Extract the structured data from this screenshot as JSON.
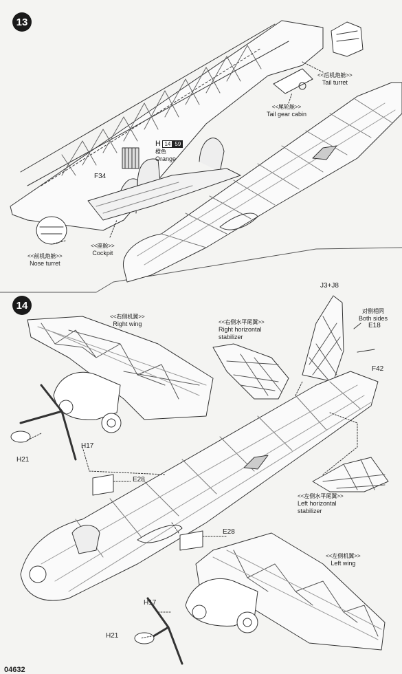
{
  "step13": {
    "number": "13",
    "labels": {
      "tail_turret_cn": "<<后机炮舱>>",
      "tail_turret": "Tail turret",
      "tail_gear_cn": "<<尾轮舱>>",
      "tail_gear": "Tail gear cabin",
      "paint_part": "H",
      "paint_code1": "14",
      "paint_code2": "59",
      "paint_cn": "橙色",
      "paint_name": "Orange",
      "part_f34": "F34",
      "nose_turret_cn": "<<前机炮舱>>",
      "nose_turret": "Nose turret",
      "cockpit_cn": "<<座舱>>",
      "cockpit": "Cockpit"
    }
  },
  "step14": {
    "number": "14",
    "labels": {
      "right_wing_cn": "<<右侧机翼>>",
      "right_wing": "Right wing",
      "right_stab_cn": "<<右侧水平尾翼>>",
      "right_stab_l1": "Right horizontal",
      "right_stab_l2": "stabilizer",
      "part_j3j8": "J3+J8",
      "both_sides_cn": "对侧相同",
      "both_sides": "Both sides",
      "part_e18": "E18",
      "part_f42": "F42",
      "part_h17_top": "H17",
      "part_h21_top": "H21",
      "part_e28_top": "E28",
      "left_stab_cn": "<<左侧水平尾翼>>",
      "left_stab_l1": "Left horizontal",
      "left_stab_l2": "stabilizer",
      "part_e28_bottom": "E28",
      "left_wing_cn": "<<左侧机翼>>",
      "left_wing": "Left wing",
      "part_h17_bottom": "H17",
      "part_h21_bottom": "H21"
    }
  },
  "footer_text": "04632"
}
